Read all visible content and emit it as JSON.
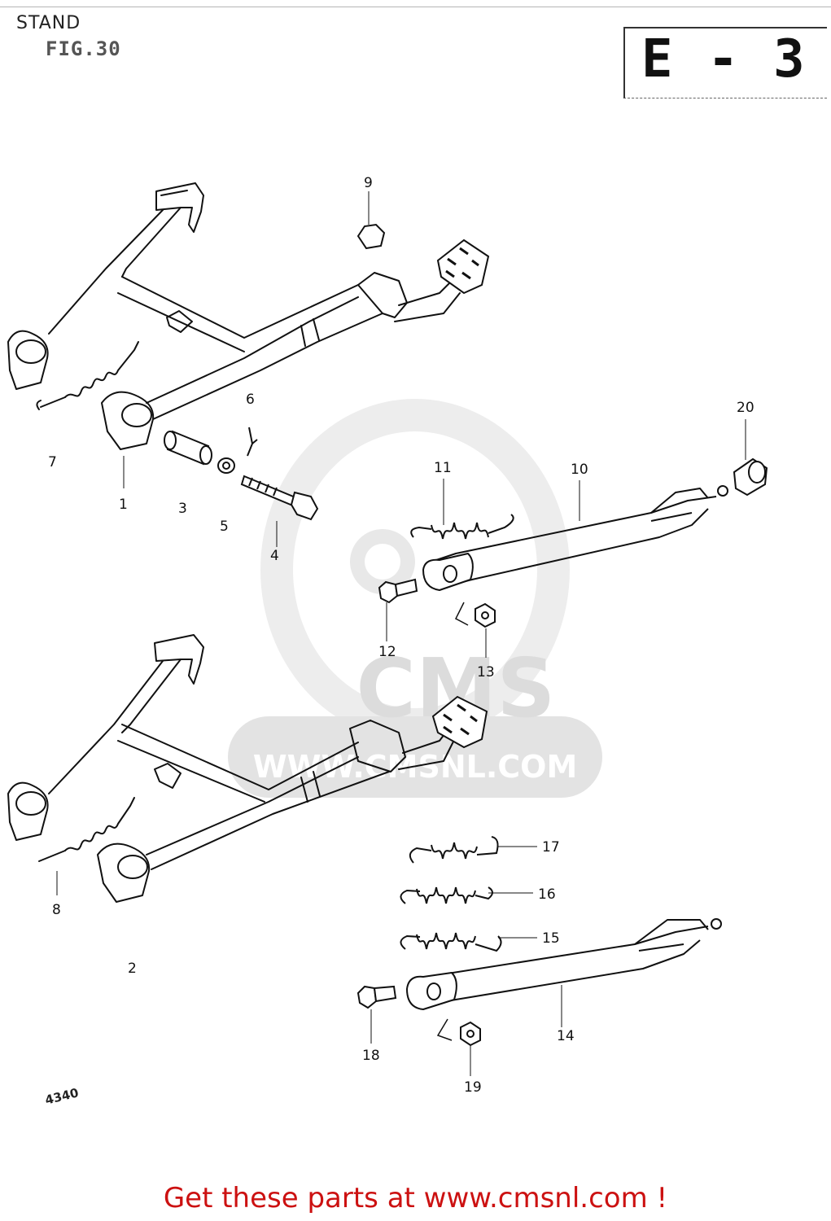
{
  "header": {
    "section_title": "STAND",
    "figure_label": "FIG.30",
    "page_code": "E - 3"
  },
  "watermark": {
    "text": "WWW.CMSNL.COM",
    "logo_text": "CMS"
  },
  "callouts": {
    "c1": "1",
    "c2": "2",
    "c3": "3",
    "c4": "4",
    "c5": "5",
    "c6": "6",
    "c7": "7",
    "c8": "8",
    "c9": "9",
    "c10": "10",
    "c11": "11",
    "c12": "12",
    "c13": "13",
    "c14": "14",
    "c15": "15",
    "c16": "16",
    "c17": "17",
    "c18": "18",
    "c19": "19",
    "c20": "20"
  },
  "corner_mark": "4340",
  "footer": {
    "link_text": "Get these parts at www.cmsnl.com !"
  },
  "colors": {
    "footer_text": "#cc1111",
    "line_art": "#111111",
    "watermark": "#e3e3e3"
  }
}
